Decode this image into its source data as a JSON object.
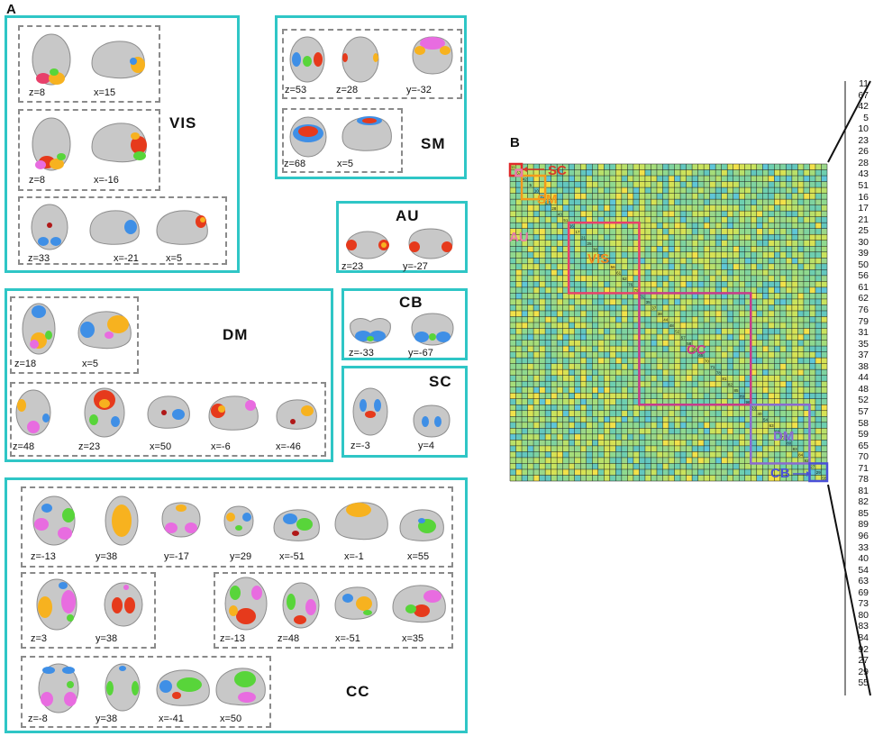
{
  "panels": {
    "A": "A",
    "B": "B"
  },
  "networks": {
    "VIS": {
      "label": "VIS",
      "rows": [
        [
          "z=8",
          "x=15"
        ],
        [
          "z=8",
          "x=-16"
        ],
        [
          "z=33",
          "x=-21",
          "x=5"
        ]
      ]
    },
    "SM": {
      "label": "SM",
      "rows": [
        [
          "z=53",
          "z=28",
          "y=-32"
        ],
        [
          "z=68",
          "x=5"
        ]
      ]
    },
    "AU": {
      "label": "AU",
      "rows": [
        [
          "z=23",
          "y=-27"
        ]
      ]
    },
    "DM": {
      "label": "DM",
      "rows": [
        [
          "z=18",
          "x=5"
        ],
        [
          "z=48",
          "z=23",
          "x=50",
          "x=-6",
          "x=-46"
        ]
      ]
    },
    "CB": {
      "label": "CB",
      "rows": [
        [
          "z=-33",
          "y=-67"
        ]
      ]
    },
    "SC": {
      "label": "SC",
      "rows": [
        [
          "z=-3",
          "y=4"
        ]
      ]
    },
    "CC": {
      "label": "CC",
      "rows": [
        [
          "z=-13",
          "y=38",
          "y=-17",
          "y=29",
          "x=-51",
          "x=-1",
          "x=55"
        ],
        [
          "z=3",
          "y=38"
        ],
        [
          "z=-13",
          "z=48",
          "x=-51",
          "x=35"
        ],
        [
          "z=-8",
          "y=38",
          "x=-41",
          "x=50"
        ]
      ]
    }
  },
  "matrix": {
    "module_labels": [
      "SC",
      "SM",
      "AU",
      "VIS",
      "CC",
      "DM",
      "CB"
    ],
    "module_colors": {
      "SC": "#e02a2a",
      "SM": "#f39a1c",
      "AU": "#e97aa8",
      "VIS": "#e8406a",
      "CC": "#c83a8a",
      "DM": "#8a6ad0",
      "CB": "#4a50d8"
    },
    "component_order": [
      "11",
      "67",
      "42",
      "5",
      "10",
      "23",
      "26",
      "28",
      "43",
      "51",
      "16",
      "17",
      "21",
      "25",
      "30",
      "39",
      "50",
      "56",
      "61",
      "62",
      "76",
      "79",
      "31",
      "35",
      "37",
      "38",
      "44",
      "48",
      "52",
      "57",
      "58",
      "59",
      "65",
      "70",
      "71",
      "78",
      "81",
      "82",
      "85",
      "89",
      "96",
      "33",
      "40",
      "54",
      "63",
      "69",
      "73",
      "80",
      "83",
      "84",
      "92",
      "27",
      "29",
      "55"
    ]
  }
}
